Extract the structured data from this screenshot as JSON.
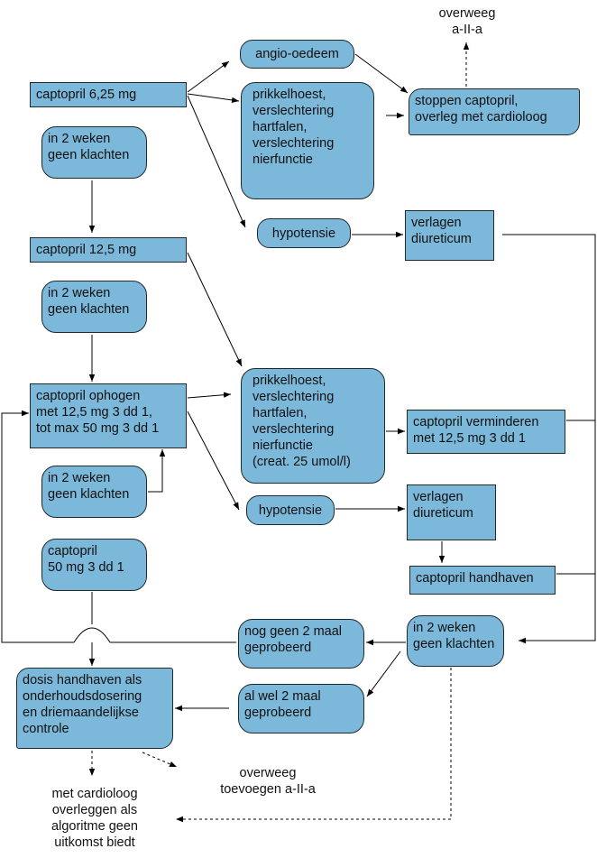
{
  "nodes": {
    "n1": "captopril 6,25 mg",
    "n2": "in 2 weken\ngeen klachten",
    "n3": "captopril 12,5 mg",
    "n4": "in 2 weken\ngeen klachten",
    "n5": "captopril ophogen\nmet 12,5 mg 3 dd 1,\ntot max 50 mg 3 dd 1",
    "n6": "in 2 weken\ngeen klachten",
    "n7": "captopril\n50 mg 3 dd 1",
    "n8": "dosis handhaven als\nonderhoudsdosering\nen driemaandelijkse\ncontrole",
    "n9": "met cardioloog\noverleggen als\nalgoritme geen\nuitkomst biedt",
    "n10": "angio-oedeem",
    "n11": "prikkelhoest,\nverslechtering\nhartfalen,\nverslechtering\nnierfunctie",
    "n12": "hypotensie",
    "n13": "overweeg\na-II-a",
    "n14": "stoppen captopril,\noverleg met cardioloog",
    "n15": "verlagen\ndiureticum",
    "n16": "prikkelhoest,\nverslechtering\nhartfalen,\nverslechtering\nnierfunctie\n(creat. 25 umol/l)",
    "n17": "hypotensie",
    "n18": "captopril verminderen\nmet 12,5 mg 3 dd 1",
    "n19": "verlagen\ndiureticum",
    "n20": "captopril handhaven",
    "n21": "in 2 weken\ngeen klachten",
    "n22": "nog geen 2 maal\ngeprobeerd",
    "n23": "al wel 2 maal\ngeprobeerd",
    "n24": "overweeg\ntoevoegen a-II-a"
  },
  "colors": {
    "fill": "#7bb8da",
    "stroke": "#1f2a30",
    "line": "#000000"
  }
}
